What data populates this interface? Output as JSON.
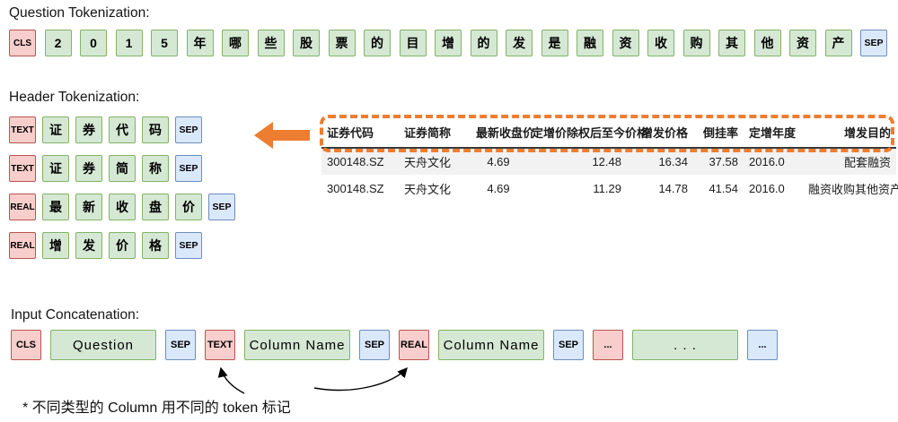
{
  "colors": {
    "accent_orange": "#ed7d31",
    "special_token_fill": "#f8cecc",
    "special_token_border": "#b85450",
    "char_token_fill": "#d5e8d4",
    "char_token_border": "#82b366",
    "sep_token_fill": "#dae8fc",
    "sep_token_border": "#6c8ebf",
    "table_alt_row_bg": "#f2f2f2"
  },
  "question_section": {
    "title": "Question Tokenization:",
    "tokens": [
      {
        "text": "CLS",
        "type": "special"
      },
      {
        "text": "2",
        "type": "char"
      },
      {
        "text": "0",
        "type": "char"
      },
      {
        "text": "1",
        "type": "char"
      },
      {
        "text": "5",
        "type": "char"
      },
      {
        "text": "年",
        "type": "char"
      },
      {
        "text": "哪",
        "type": "char"
      },
      {
        "text": "些",
        "type": "char"
      },
      {
        "text": "股",
        "type": "char"
      },
      {
        "text": "票",
        "type": "char"
      },
      {
        "text": "的",
        "type": "char"
      },
      {
        "text": "目",
        "type": "char"
      },
      {
        "text": "增",
        "type": "char"
      },
      {
        "text": "的",
        "type": "char"
      },
      {
        "text": "发",
        "type": "char"
      },
      {
        "text": "是",
        "type": "char"
      },
      {
        "text": "融",
        "type": "char"
      },
      {
        "text": "资",
        "type": "char"
      },
      {
        "text": "收",
        "type": "char"
      },
      {
        "text": "购",
        "type": "char"
      },
      {
        "text": "其",
        "type": "char"
      },
      {
        "text": "他",
        "type": "char"
      },
      {
        "text": "资",
        "type": "char"
      },
      {
        "text": "产",
        "type": "char"
      },
      {
        "text": "SEP",
        "type": "sep"
      }
    ]
  },
  "header_section": {
    "title": "Header Tokenization:",
    "rows": [
      {
        "tokens": [
          {
            "text": "TEXT",
            "type": "special"
          },
          {
            "text": "证",
            "type": "char"
          },
          {
            "text": "券",
            "type": "char"
          },
          {
            "text": "代",
            "type": "char"
          },
          {
            "text": "码",
            "type": "char"
          },
          {
            "text": "SEP",
            "type": "sep"
          }
        ]
      },
      {
        "tokens": [
          {
            "text": "TEXT",
            "type": "special"
          },
          {
            "text": "证",
            "type": "char"
          },
          {
            "text": "券",
            "type": "char"
          },
          {
            "text": "简",
            "type": "char"
          },
          {
            "text": "称",
            "type": "char"
          },
          {
            "text": "SEP",
            "type": "sep"
          }
        ]
      },
      {
        "tokens": [
          {
            "text": "REAL",
            "type": "special"
          },
          {
            "text": "最",
            "type": "char"
          },
          {
            "text": "新",
            "type": "char"
          },
          {
            "text": "收",
            "type": "char"
          },
          {
            "text": "盘",
            "type": "char"
          },
          {
            "text": "价",
            "type": "char"
          },
          {
            "text": "SEP",
            "type": "sep"
          }
        ]
      },
      {
        "tokens": [
          {
            "text": "REAL",
            "type": "special"
          },
          {
            "text": "增",
            "type": "char"
          },
          {
            "text": "发",
            "type": "char"
          },
          {
            "text": "价",
            "type": "char"
          },
          {
            "text": "格",
            "type": "char"
          },
          {
            "text": "SEP",
            "type": "sep"
          }
        ]
      }
    ]
  },
  "table": {
    "columns": [
      "证券代码",
      "证券简称",
      "最新收盘价",
      "定增价除权后至今价格",
      "增发价格",
      "倒挂率",
      "定增年度",
      "增发目的"
    ],
    "rows": [
      [
        "300148.SZ",
        "天舟文化",
        "4.69",
        "12.48",
        "16.34",
        "37.58",
        "2016.0",
        "配套融资"
      ],
      [
        "300148.SZ",
        "天舟文化",
        "4.69",
        "11.29",
        "14.78",
        "41.54",
        "2016.0",
        "融资收购其他资产"
      ]
    ]
  },
  "concat_section": {
    "title": "Input Concatenation:",
    "tokens": [
      {
        "text": "CLS",
        "type": "special",
        "size": "small"
      },
      {
        "text": "Question",
        "type": "char",
        "size": "wide"
      },
      {
        "text": "SEP",
        "type": "sep",
        "size": "small"
      },
      {
        "text": "TEXT",
        "type": "special",
        "size": "small"
      },
      {
        "text": "Column Name",
        "type": "char",
        "size": "wide"
      },
      {
        "text": "SEP",
        "type": "sep",
        "size": "small"
      },
      {
        "text": "REAL",
        "type": "special",
        "size": "small"
      },
      {
        "text": "Column Name",
        "type": "char",
        "size": "wide"
      },
      {
        "text": "SEP",
        "type": "sep",
        "size": "small"
      },
      {
        "text": "...",
        "type": "special",
        "size": "small"
      },
      {
        "text": ". . .",
        "type": "char",
        "size": "wide"
      },
      {
        "text": "...",
        "type": "sep",
        "size": "small"
      }
    ]
  },
  "footnote": "* 不同类型的 Column 用不同的 token 标记"
}
